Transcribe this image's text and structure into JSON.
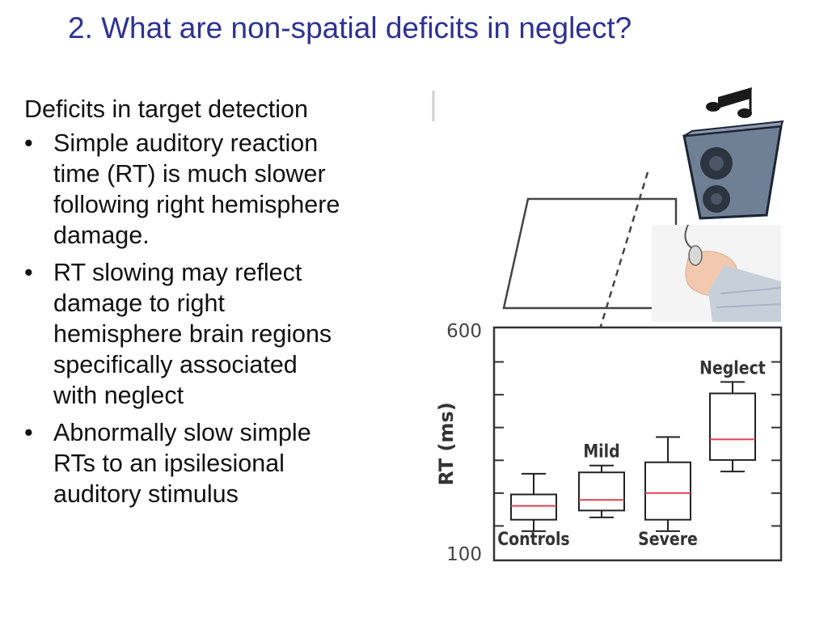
{
  "slide": {
    "title": "2. What are non-spatial deficits in neglect?",
    "subheading": "Deficits in target detection",
    "bullets": [
      {
        "lines": [
          "Simple auditory reaction",
          "time (RT) is much slower",
          "following right hemisphere",
          "damage."
        ]
      },
      {
        "lines": [
          "RT slowing may reflect",
          "damage to right",
          "hemisphere brain regions",
          "specifically  associated",
          "with neglect"
        ]
      },
      {
        "lines": [
          "Abnormally slow simple",
          "RTs to an ipsilesional",
          "auditory stimulus"
        ]
      }
    ],
    "bullet_glyph": "•"
  },
  "figure": {
    "icons": [
      "music-note-icon",
      "speaker-icon",
      "computer-mouse-icon",
      "hand-icon"
    ],
    "colors": {
      "title": "#2e3192",
      "median": "#e04050",
      "box_stroke": "#222222"
    }
  },
  "chart_data": {
    "type": "boxplot",
    "ylabel": "RT (ms)",
    "ylim": [
      100,
      600
    ],
    "yticks_labeled": [
      "600",
      "100"
    ],
    "groups": [
      {
        "label": "Controls",
        "whisker_low": 160,
        "q1": 185,
        "median": 215,
        "q3": 240,
        "whisker_high": 285
      },
      {
        "label": "Mild",
        "whisker_low": 190,
        "q1": 205,
        "median": 228,
        "q3": 288,
        "whisker_high": 303
      },
      {
        "label": "Severe",
        "whisker_low": 160,
        "q1": 185,
        "median": 243,
        "q3": 310,
        "whisker_high": 365
      },
      {
        "label": "Neglect",
        "whisker_low": 290,
        "q1": 315,
        "median": 360,
        "q3": 460,
        "whisker_high": 485
      }
    ]
  }
}
